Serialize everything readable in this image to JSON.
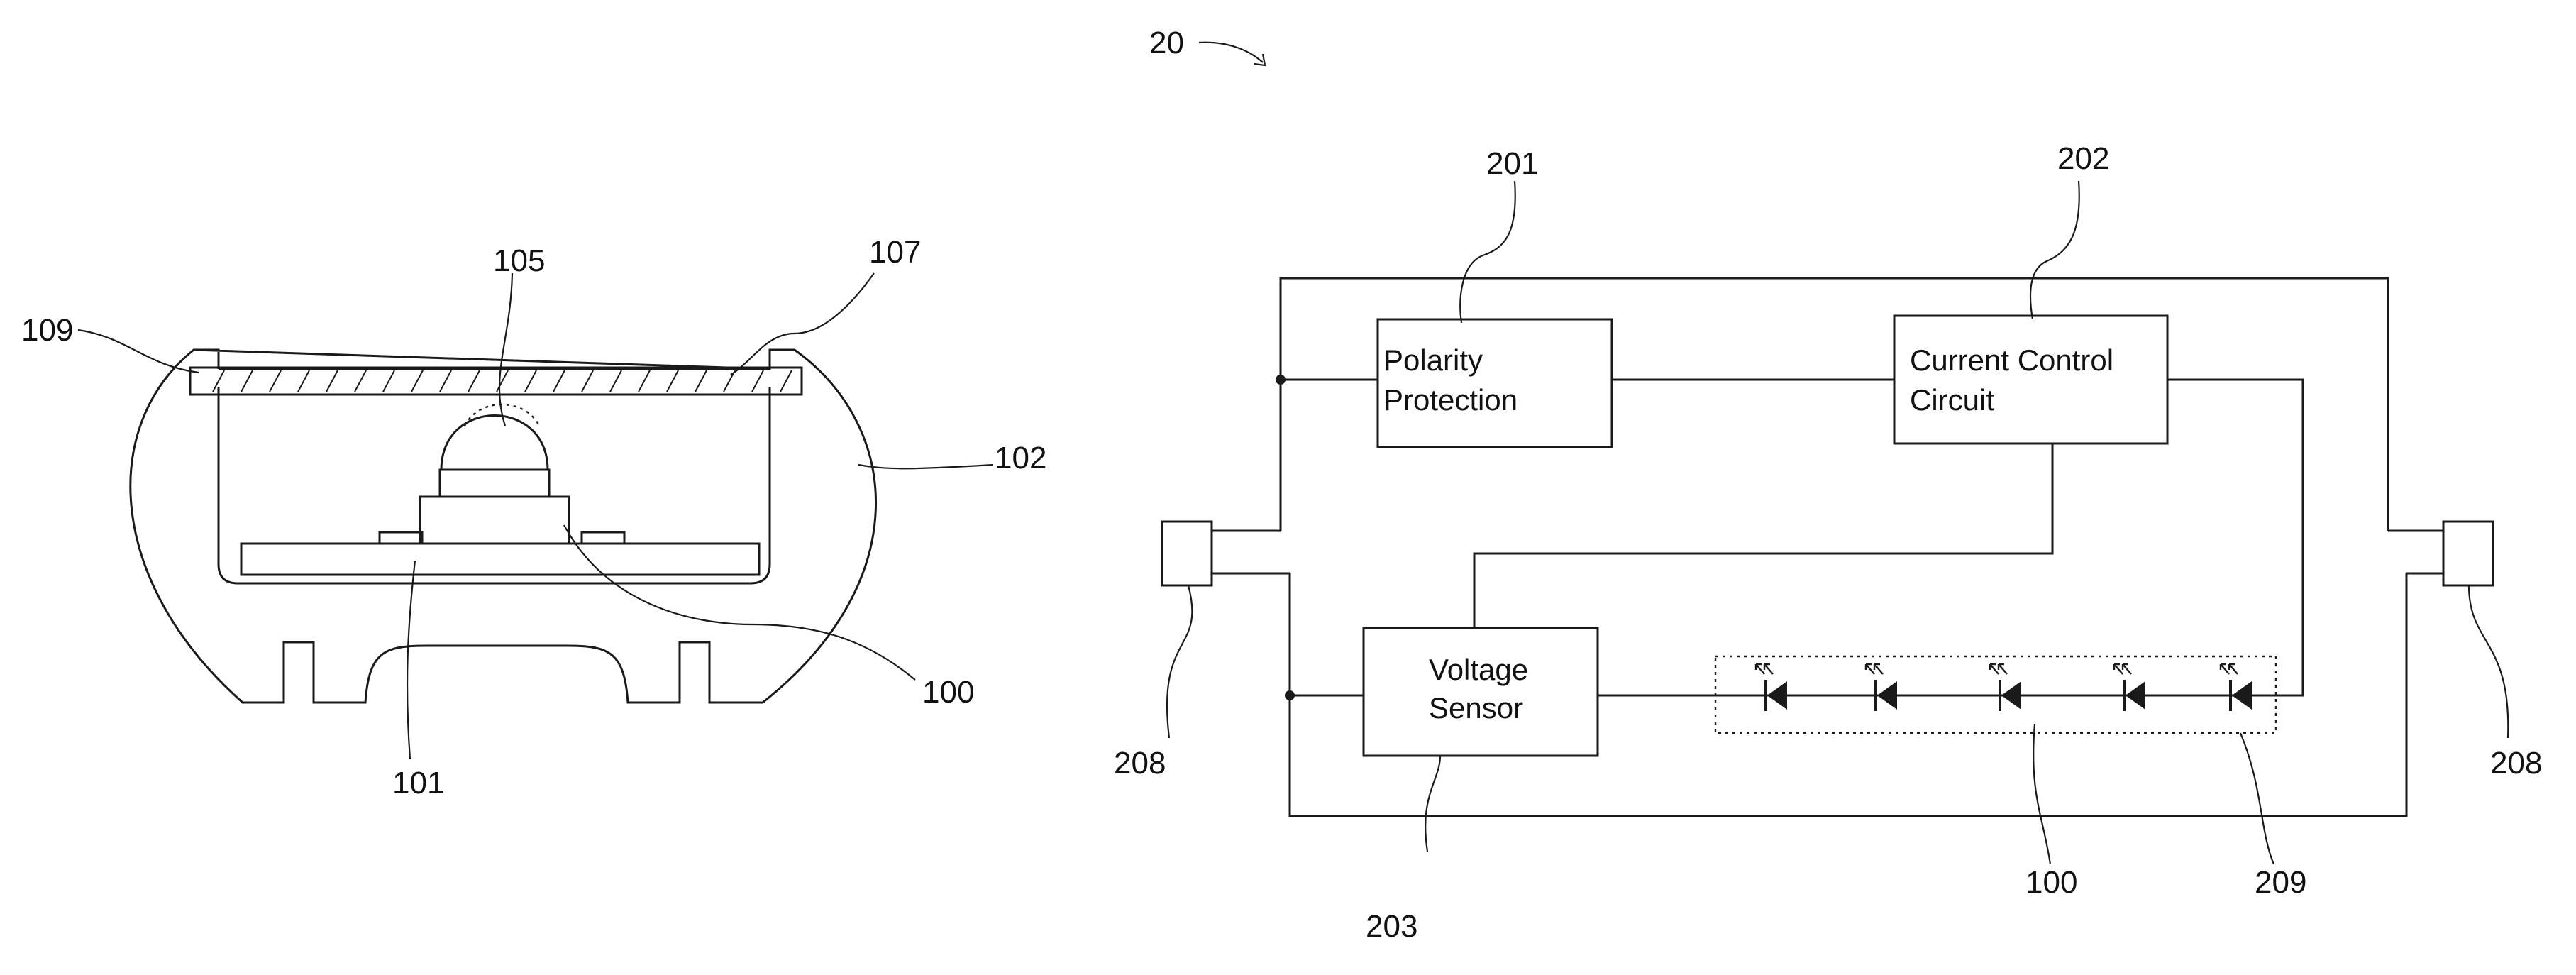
{
  "colors": {
    "line": "#1a1a1a",
    "background": "#ffffff"
  },
  "left_figure": {
    "labels": {
      "r109": "109",
      "r105": "105",
      "r107": "107",
      "r102": "102",
      "r100": "100",
      "r101": "101"
    }
  },
  "right_figure": {
    "figure_ref": "20",
    "labels": {
      "r201": "201",
      "r202": "202",
      "r203": "203",
      "r208_left": "208",
      "r208_right": "208",
      "r100": "100",
      "r209": "209"
    },
    "blocks": {
      "polarity": [
        "Polarity",
        "Protection"
      ],
      "current": [
        "Current Control",
        "Circuit"
      ],
      "voltage": [
        "Voltage",
        "Sensor"
      ]
    },
    "led_count": 5,
    "led_icon": "led-diode-icon"
  }
}
